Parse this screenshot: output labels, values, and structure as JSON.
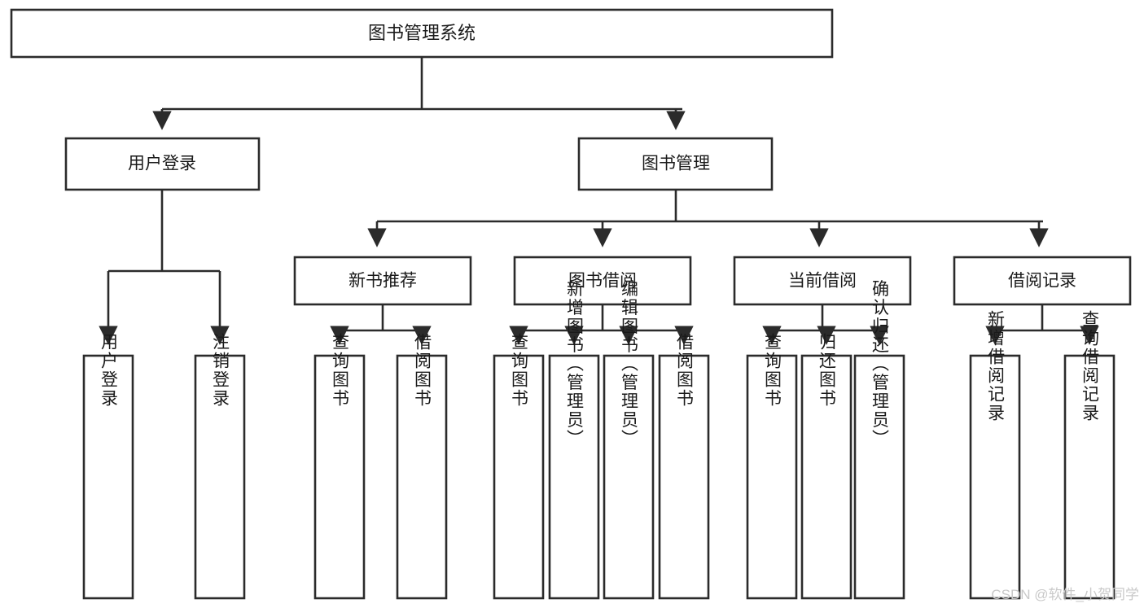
{
  "diagram": {
    "type": "tree-hierarchy",
    "title": "图书管理系统",
    "background_color": "#ffffff",
    "line_color": "#2b2b2b",
    "text_color": "#1a1a1a",
    "root": {
      "id": "root",
      "label": "图书管理系统"
    },
    "level2": [
      {
        "id": "user-login",
        "label": "用户登录"
      },
      {
        "id": "book-management",
        "label": "图书管理"
      }
    ],
    "level3": [
      {
        "id": "new-book-recommend",
        "label": "新书推荐",
        "parent": "book-management"
      },
      {
        "id": "book-borrow",
        "label": "图书借阅",
        "parent": "book-management"
      },
      {
        "id": "current-borrow",
        "label": "当前借阅",
        "parent": "book-management"
      },
      {
        "id": "borrow-record",
        "label": "借阅记录",
        "parent": "book-management"
      }
    ],
    "leaves": {
      "user-login": [
        {
          "id": "leaf-user-login",
          "label": "用户登录"
        },
        {
          "id": "leaf-logout-login",
          "label": "注销登录"
        }
      ],
      "new-book-recommend": [
        {
          "id": "leaf-query-book-1",
          "label": "查询图书"
        },
        {
          "id": "leaf-borrow-book-1",
          "label": "借阅图书"
        }
      ],
      "book-borrow": [
        {
          "id": "leaf-query-book-2",
          "label": "查询图书"
        },
        {
          "id": "leaf-add-book",
          "label": "新增图书（管理员）"
        },
        {
          "id": "leaf-edit-book",
          "label": "编辑图书（管理员）"
        },
        {
          "id": "leaf-borrow-book-2",
          "label": "借阅图书"
        }
      ],
      "current-borrow": [
        {
          "id": "leaf-query-book-3",
          "label": "查询图书"
        },
        {
          "id": "leaf-return-book",
          "label": "归还图书"
        },
        {
          "id": "leaf-confirm-return",
          "label": "确认归还（管理员）"
        }
      ],
      "borrow-record": [
        {
          "id": "leaf-add-record",
          "label": "新增借阅记录"
        },
        {
          "id": "leaf-query-record",
          "label": "查询借阅记录"
        }
      ]
    }
  },
  "watermark": {
    "text": "CSDN @软件_小贺同学"
  }
}
